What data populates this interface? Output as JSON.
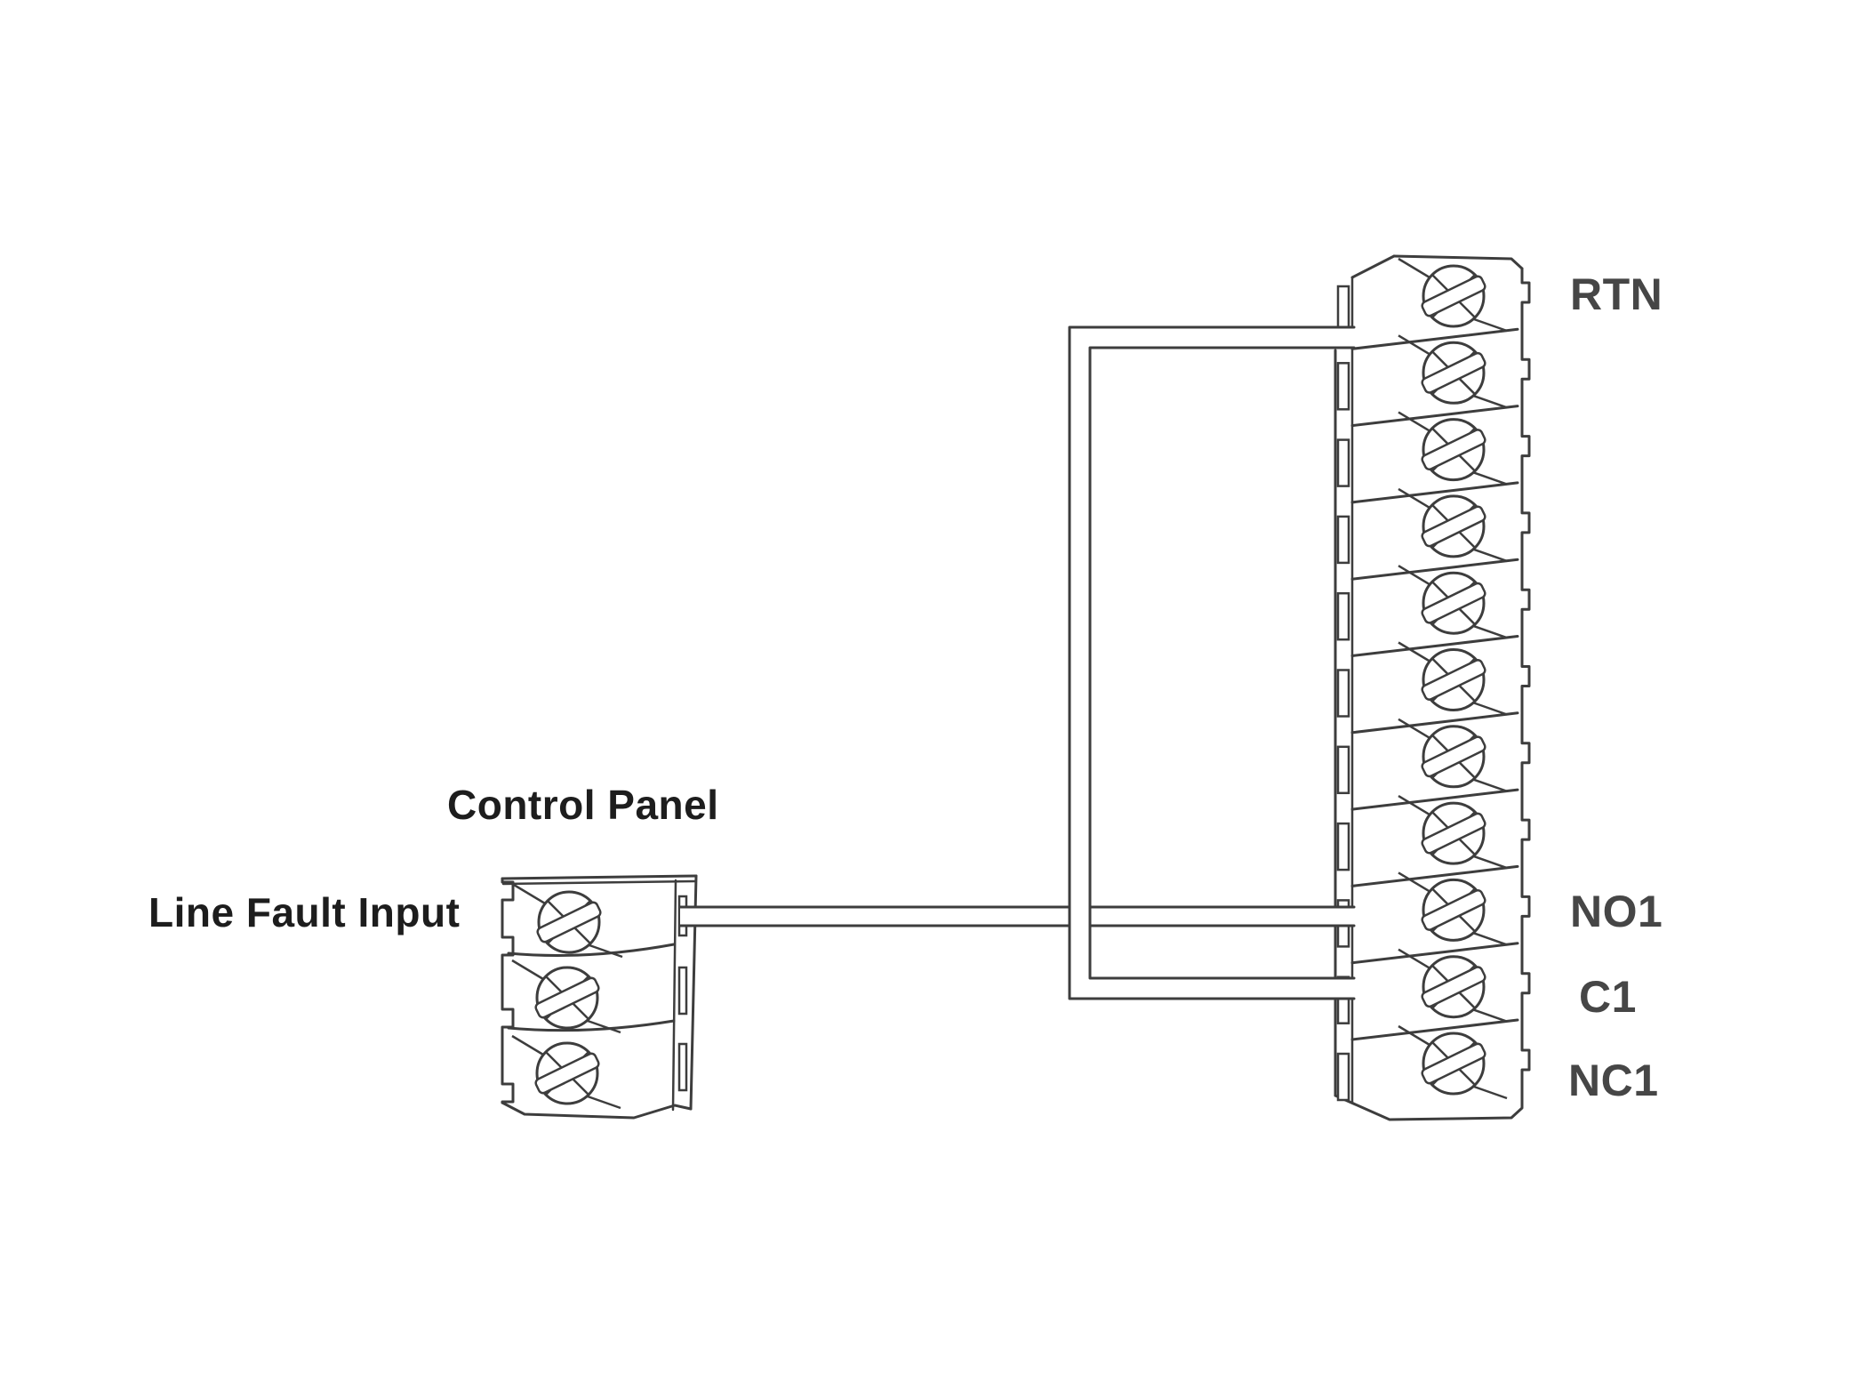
{
  "diagram": {
    "colors": {
      "background": "#ffffff",
      "line": "#3d3d3d",
      "panel_label_ink": "#1d1d1d",
      "terminal_label_ink": "#464646"
    },
    "control_panel": {
      "title": "Control Panel",
      "port_label": "Line Fault Input",
      "terminal_count": 3
    },
    "device_terminal_block": {
      "terminal_count": 11,
      "labels": [
        {
          "text": "RTN",
          "terminal_index": 0
        },
        {
          "text": "NO1",
          "terminal_index": 8
        },
        {
          "text": "C1",
          "terminal_index": 9
        },
        {
          "text": "NC1",
          "terminal_index": 10
        }
      ]
    },
    "connections": [
      {
        "from": "Line Fault Input terminal 1",
        "to": "NO1"
      },
      {
        "from": "RTN",
        "to": "C1"
      }
    ],
    "icons": {
      "screw_terminal": "phillips-screw-icon"
    }
  }
}
